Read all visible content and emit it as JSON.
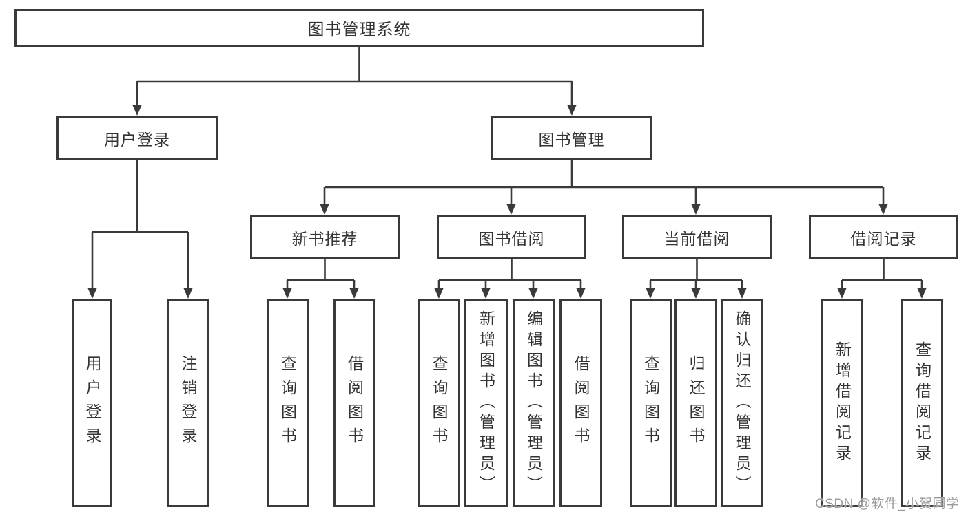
{
  "diagram": {
    "root": {
      "label": "图书管理系统"
    },
    "level2": [
      {
        "label": "用户登录"
      },
      {
        "label": "图书管理"
      }
    ],
    "level3": [
      {
        "label": "新书推荐"
      },
      {
        "label": "图书借阅"
      },
      {
        "label": "当前借阅"
      },
      {
        "label": "借阅记录"
      }
    ],
    "leaves": {
      "user_login": [
        {
          "label": "用户登录"
        },
        {
          "label": "注销登录"
        }
      ],
      "new_books": [
        {
          "label": "查询图书"
        },
        {
          "label": "借阅图书"
        }
      ],
      "book_borrow": [
        {
          "label": "查询图书"
        },
        {
          "label": "新增图书（管理员）"
        },
        {
          "label": "编辑图书（管理员）"
        },
        {
          "label": "借阅图书"
        }
      ],
      "current_borrow": [
        {
          "label": "查询图书"
        },
        {
          "label": "归还图书"
        },
        {
          "label": "确认归还（管理员）"
        }
      ],
      "borrow_records": [
        {
          "label": "新增借阅记录"
        },
        {
          "label": "查询借阅记录"
        }
      ]
    },
    "watermark": "CSDN @软件_小贺同学",
    "colors": {
      "line": "#3a3a3a",
      "border": "#3a3a3a",
      "text": "#333333",
      "watermark": "#9b9b9b",
      "background": "#ffffff"
    }
  }
}
